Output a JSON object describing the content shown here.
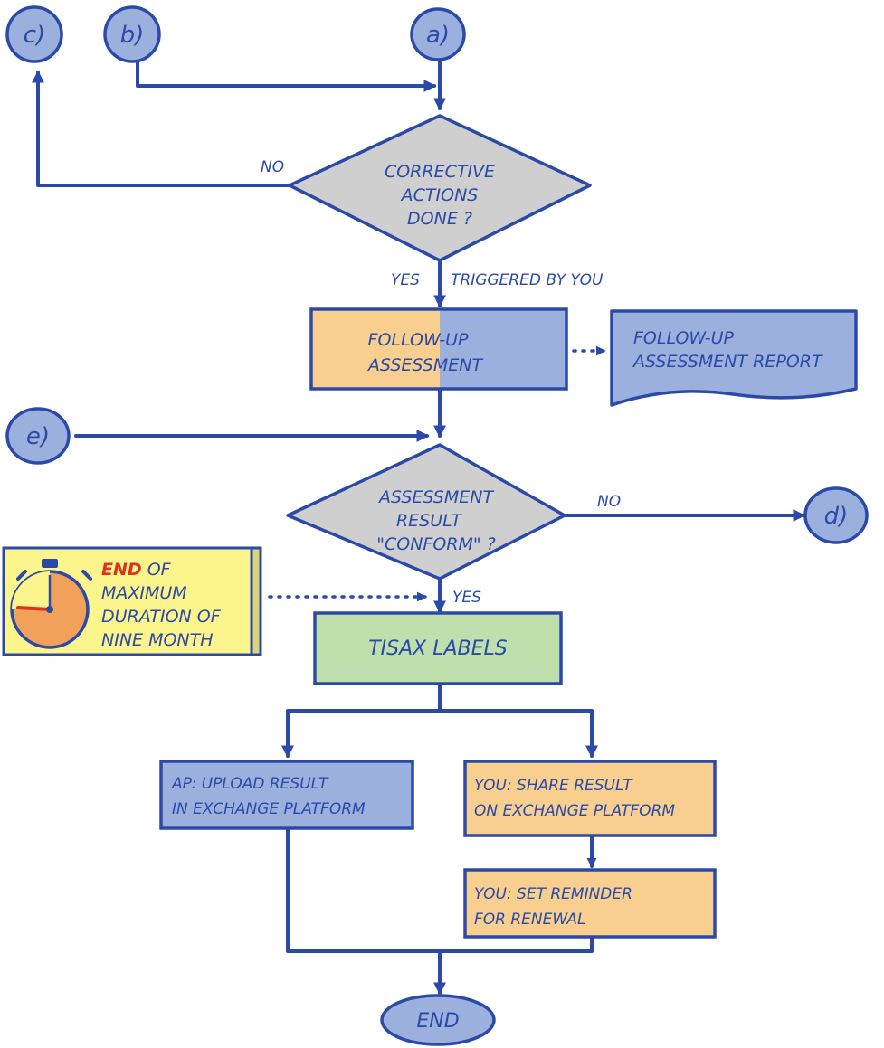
{
  "connectors": {
    "a": "a)",
    "b": "b)",
    "c": "c)",
    "d": "d)",
    "e": "e)"
  },
  "decision_corrective": {
    "lines": [
      "CORRECTIVE",
      "ACTIONS",
      "DONE ?"
    ],
    "no_label": "NO",
    "yes_label": "YES",
    "trigger_label": "TRIGGERED BY YOU"
  },
  "followup": {
    "lines": [
      "FOLLOW-UP",
      "ASSESSMENT"
    ]
  },
  "followup_report": {
    "lines": [
      "FOLLOW-UP",
      "ASSESSMENT REPORT"
    ]
  },
  "decision_result": {
    "lines": [
      "ASSESSMENT",
      "RESULT",
      "\"CONFORM\" ?"
    ],
    "no_label": "NO",
    "yes_label": "YES"
  },
  "note": {
    "first_word": "END",
    "first_line_rest": " OF",
    "lines": [
      "MAXIMUM",
      "DURATION OF",
      "NINE MONTH"
    ]
  },
  "tisax": {
    "label": "TISAX LABELS"
  },
  "ap_upload": {
    "lines": [
      "AP: UPLOAD RESULT",
      "IN EXCHANGE PLATFORM"
    ]
  },
  "you_share": {
    "lines": [
      "YOU: SHARE RESULT",
      "ON EXCHANGE PLATFORM"
    ]
  },
  "you_reminder": {
    "lines": [
      "YOU: SET REMINDER",
      "FOR RENEWAL"
    ]
  },
  "end_node": {
    "label": "END"
  },
  "colors": {
    "ink": "#2b4aa8",
    "decision_fill": "#cfcfcf",
    "orange_fill": "#f9cf8f",
    "blue_fill": "#9cb0de",
    "green_fill": "#bfe0ad",
    "note_fill": "#fbf58c",
    "clock_fill": "#f2a15a",
    "accent_red": "#e0301e"
  }
}
